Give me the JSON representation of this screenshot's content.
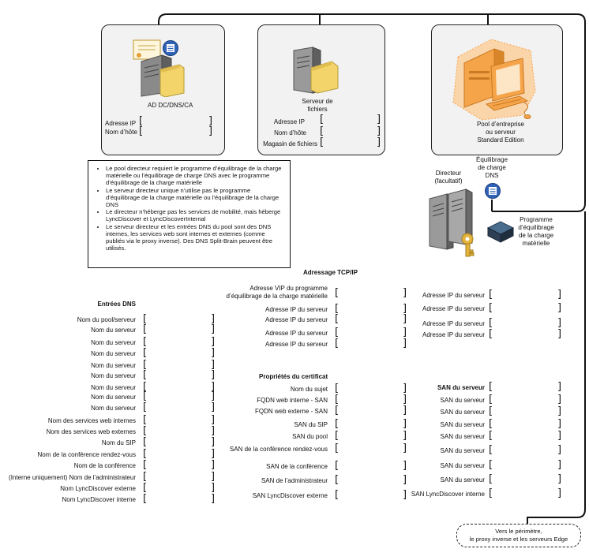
{
  "servers": {
    "ad": {
      "title": "AD DC/DNS/CA",
      "fields": [
        "Adresse IP",
        "Nom d’hôte"
      ]
    },
    "file": {
      "title_line1": "Serveur de",
      "title_line2": "fichiers",
      "fields": [
        "Adresse IP",
        "Nom d’hôte",
        "Magasin de fichiers"
      ]
    },
    "pool": {
      "title_line1": "Pool d’entreprise",
      "title_line2": "ou serveur",
      "title_line3": "Standard Edition"
    }
  },
  "director": {
    "label_line1": "Directeur",
    "label_line2": "(facultatif)"
  },
  "dns_lb": {
    "line1": "Équilibrage",
    "line2": "de charge",
    "line3": "DNS"
  },
  "hw_lb": {
    "line1": "Programme",
    "line2": "d’équilibrage",
    "line3": "de la charge",
    "line4": "matérielle"
  },
  "notes": [
    "Le pool directeur requiert le programme d’équilibrage de la charge matérielle ou l’équilibrage de charge DNS avec le programme d’équilibrage de la charge matérielle",
    "Le serveur directeur unique n’utilise pas le programme d’équilibrage de la charge matérielle ou l’équilibrage de la charge DNS",
    "Le directeur n’héberge pas les services de mobilité, mais héberge LyncDiscover et LyncDiscoverInternal",
    "Le serveur directeur et les entrées DNS du pool sont des DNS internes, les services web sont internes et externes (comme publiés via le proxy inverse). Des DNS Split-Brain peuvent être utilisés."
  ],
  "tcpip": {
    "title": "Adressage TCP/IP",
    "vip_line1": "Adresse VIP du programme",
    "vip_line2": "d’équilibrage de la charge matérielle",
    "left_labels": [
      "Adresse IP du serveur",
      "Adresse IP du serveur",
      "Adresse IP du serveur",
      "Adresse IP du serveur"
    ],
    "right_labels": [
      "Adresse IP du serveur",
      "Adresse IP du serveur",
      "Adresse IP du serveur",
      "Adresse IP du serveur"
    ]
  },
  "dns": {
    "title": "Entrées DNS",
    "labels": [
      "Nom du pool/serveur",
      "Nom du serveur",
      "Nom du serveur",
      "Nom du serveur",
      "Nom du serveur",
      "Nom du serveur",
      "Nom du serveur",
      "Nom du serveur",
      "Nom du serveur",
      "Nom des services web internes",
      "Nom des services web externes",
      "Nom du SIP",
      "Nom de la conférence rendez-vous",
      "Nom de la conférence",
      "(Interne uniquement) Nom de l’administrateur",
      "Nom LyncDiscover externe",
      "Nom LyncDiscover interne"
    ]
  },
  "cert": {
    "title": "Propriétés du certificat",
    "left_labels": [
      "Nom du sujet",
      "FQDN web interne - SAN",
      "FQDN web externe - SAN",
      "SAN du SIP",
      "SAN du pool",
      "SAN de la conférence rendez-vous",
      "SAN de la conférence",
      "SAN de l’administrateur",
      "SAN LyncDiscover externe"
    ],
    "right_header": "SAN du serveur",
    "right_labels": [
      "SAN du serveur",
      "SAN du serveur",
      "SAN du serveur",
      "SAN du serveur",
      "SAN du serveur",
      "SAN du serveur",
      "SAN du serveur",
      "SAN LyncDiscover interne"
    ]
  },
  "edge": {
    "line1": "Vers le périmètre,",
    "line2": "le proxy inverse et les serveurs Edge"
  },
  "bracket": {
    "open": "[",
    "close": "]"
  },
  "colors": {
    "pool_orange": "#f6a44a",
    "pool_glow": "#fbd5aa",
    "folder_yellow": "#f3d46a",
    "key_gold": "#e3b33c",
    "server_gray": "#9a9a9a",
    "dns_blue": "#2f62b7"
  },
  "icons": [
    "ad-server-icon",
    "certificate-icon",
    "dns-badge-icon",
    "file-server-icon",
    "folder-icon",
    "pool-computer-icon",
    "director-server-icon",
    "key-icon",
    "hardware-load-balancer-icon"
  ]
}
